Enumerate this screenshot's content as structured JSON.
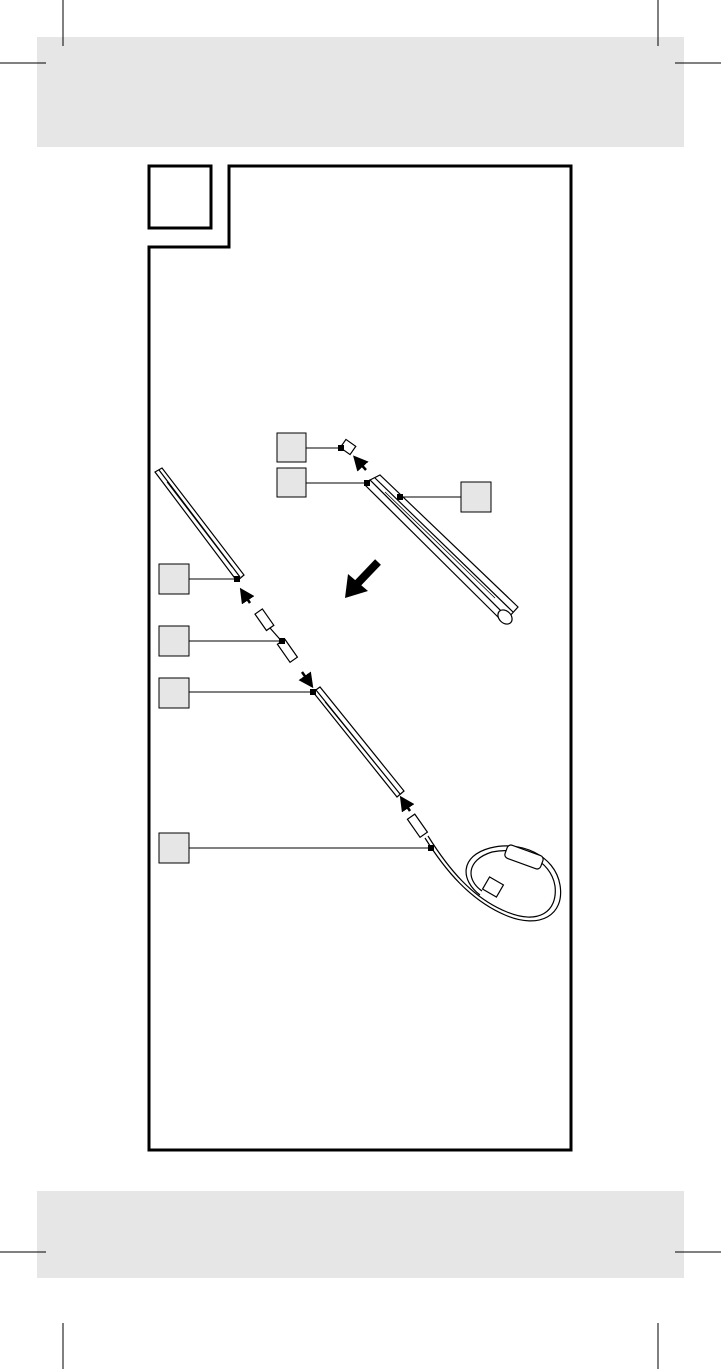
{
  "figure": {
    "panel_number": "",
    "callouts": [
      {
        "id": "end-cap",
        "label": ""
      },
      {
        "id": "top-bar-end",
        "label": ""
      },
      {
        "id": "top-light-bar",
        "label": ""
      },
      {
        "id": "left-bar-socket",
        "label": ""
      },
      {
        "id": "connector-cable",
        "label": ""
      },
      {
        "id": "middle-bar-socket",
        "label": ""
      },
      {
        "id": "power-cable",
        "label": ""
      }
    ]
  },
  "colors": {
    "band": "#e6e6e6",
    "callout_box": "#e6e6e6",
    "line": "#000000"
  }
}
